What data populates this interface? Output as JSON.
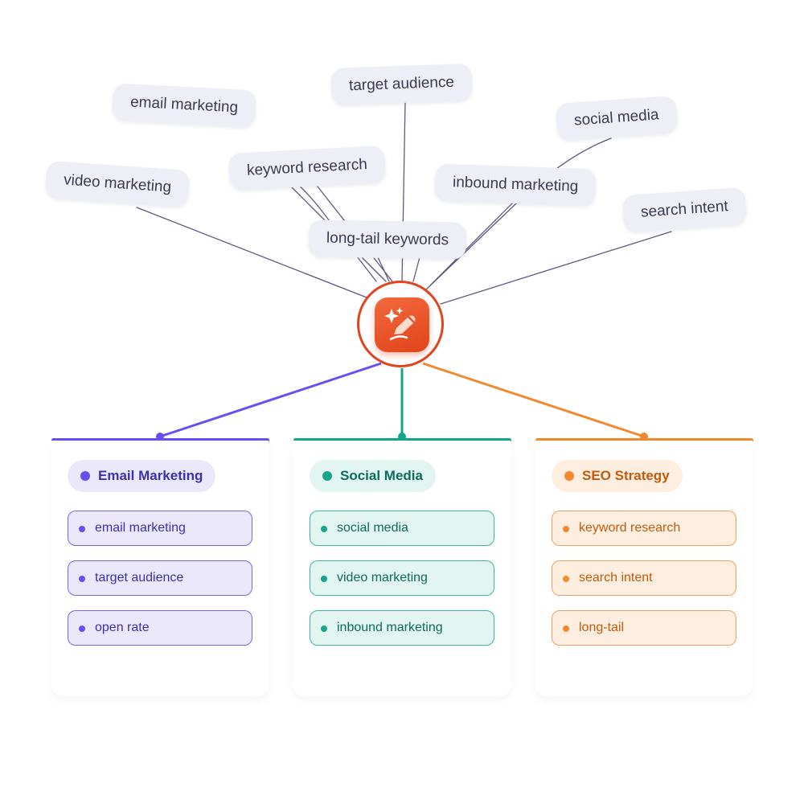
{
  "keywords": [
    "email marketing",
    "target audience",
    "social media",
    "keyword research",
    "video marketing",
    "inbound marketing",
    "search intent",
    "long-tail keywords"
  ],
  "hub": {
    "icon": "ai-writing-icon",
    "color": "#e2431b"
  },
  "categories": [
    {
      "title": "Email Marketing",
      "color": "#6a4ff0",
      "items": [
        "email marketing",
        "target audience",
        "open rate"
      ]
    },
    {
      "title": "Social Media",
      "color": "#14a58b",
      "items": [
        "social media",
        "video marketing",
        "inbound marketing"
      ]
    },
    {
      "title": "SEO Strategy",
      "color": "#f08a30",
      "items": [
        "keyword research",
        "search intent",
        "long-tail"
      ]
    }
  ]
}
